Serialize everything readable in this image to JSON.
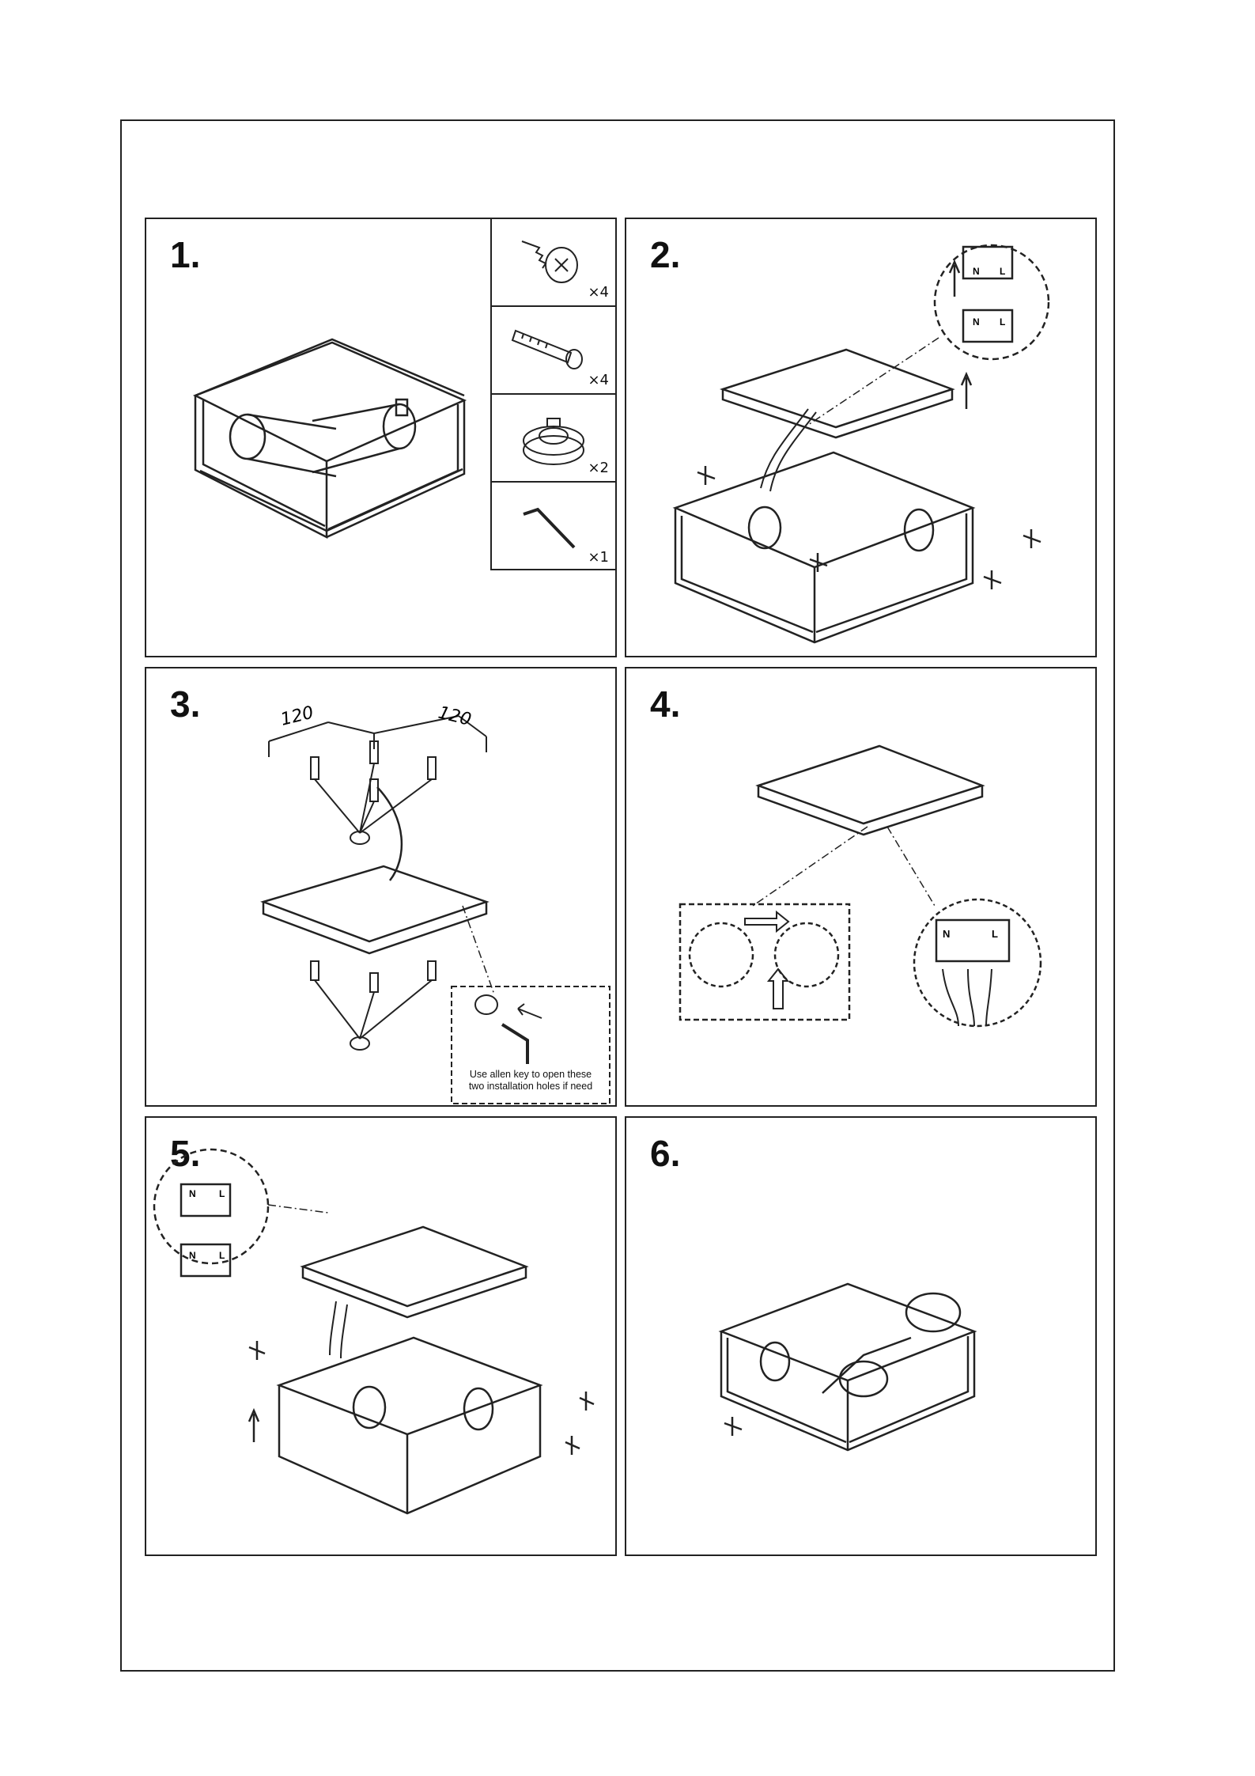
{
  "steps": [
    {
      "number": "1."
    },
    {
      "number": "2."
    },
    {
      "number": "3."
    },
    {
      "number": "4."
    },
    {
      "number": "5."
    },
    {
      "number": "6."
    }
  ],
  "parts": [
    {
      "icon": "screw-icon",
      "quantity": "×4"
    },
    {
      "icon": "wall-plug-icon",
      "quantity": "×4"
    },
    {
      "icon": "cable-grommet-icon",
      "quantity": "×2"
    },
    {
      "icon": "allen-key-icon",
      "quantity": "×1"
    }
  ],
  "dimensions": {
    "left": "120",
    "right": "120"
  },
  "terminal_labels": {
    "neutral": "N",
    "live": "L"
  },
  "note": {
    "line1": "Use allen key to open these",
    "line2": "two installation holes if need"
  }
}
